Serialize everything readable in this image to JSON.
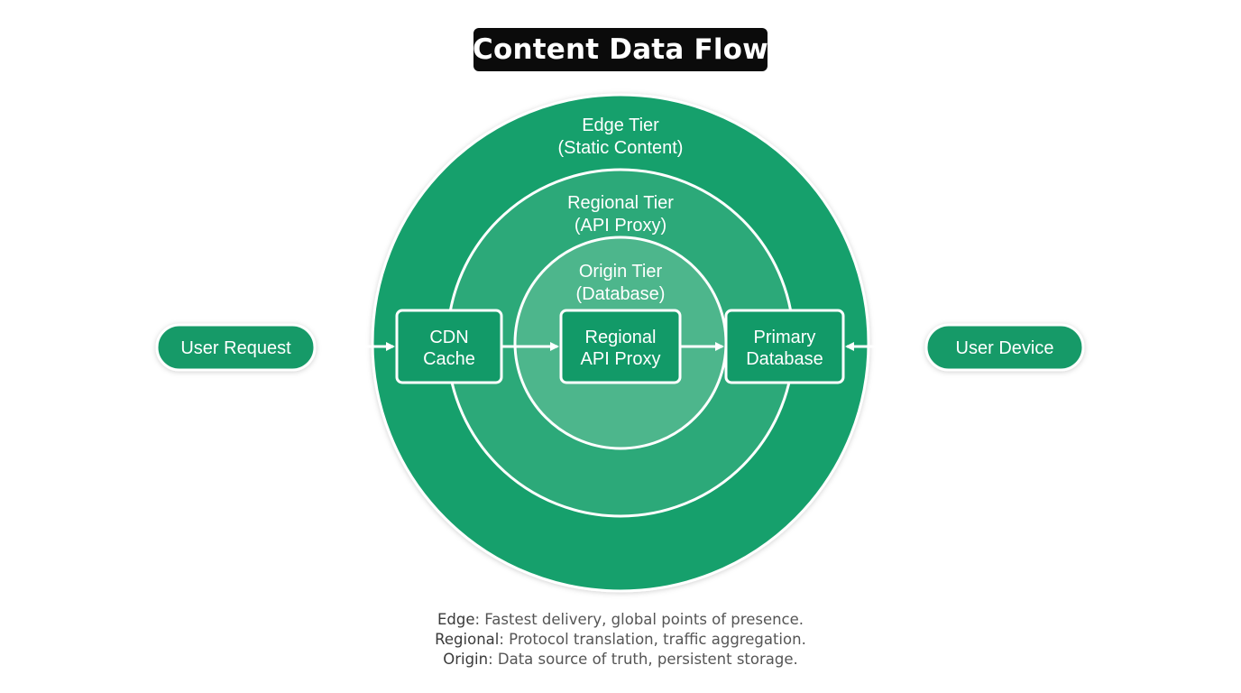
{
  "title": "Content Data Flow",
  "colors": {
    "outer_ring": "#14a06c",
    "middle_ring": "#2ca979",
    "inner_ring": "#4db68c",
    "node_fill": "#129a68",
    "stroke": "#ffffff",
    "background": "#ffffff",
    "title_bg": "#0b0b0b"
  },
  "tiers": [
    {
      "name": "Edge Tier",
      "subtitle": "(Static Content)"
    },
    {
      "name": "Regional Tier",
      "subtitle": "(API Proxy)"
    },
    {
      "name": "Origin Tier",
      "subtitle": "(Database)"
    }
  ],
  "nodes": {
    "user_request": "User Request",
    "cdn_cache": [
      "CDN",
      "Cache"
    ],
    "regional_api_proxy": [
      "Regional",
      "API Proxy"
    ],
    "primary_database": [
      "Primary",
      "Database"
    ],
    "user_device": "User Device"
  },
  "legend": [
    {
      "key": "Edge",
      "text": ": Fastest delivery, global points of presence."
    },
    {
      "key": "Regional",
      "text": ": Protocol translation, traffic aggregation."
    },
    {
      "key": "Origin",
      "text": ": Data source of truth, persistent storage."
    }
  ]
}
